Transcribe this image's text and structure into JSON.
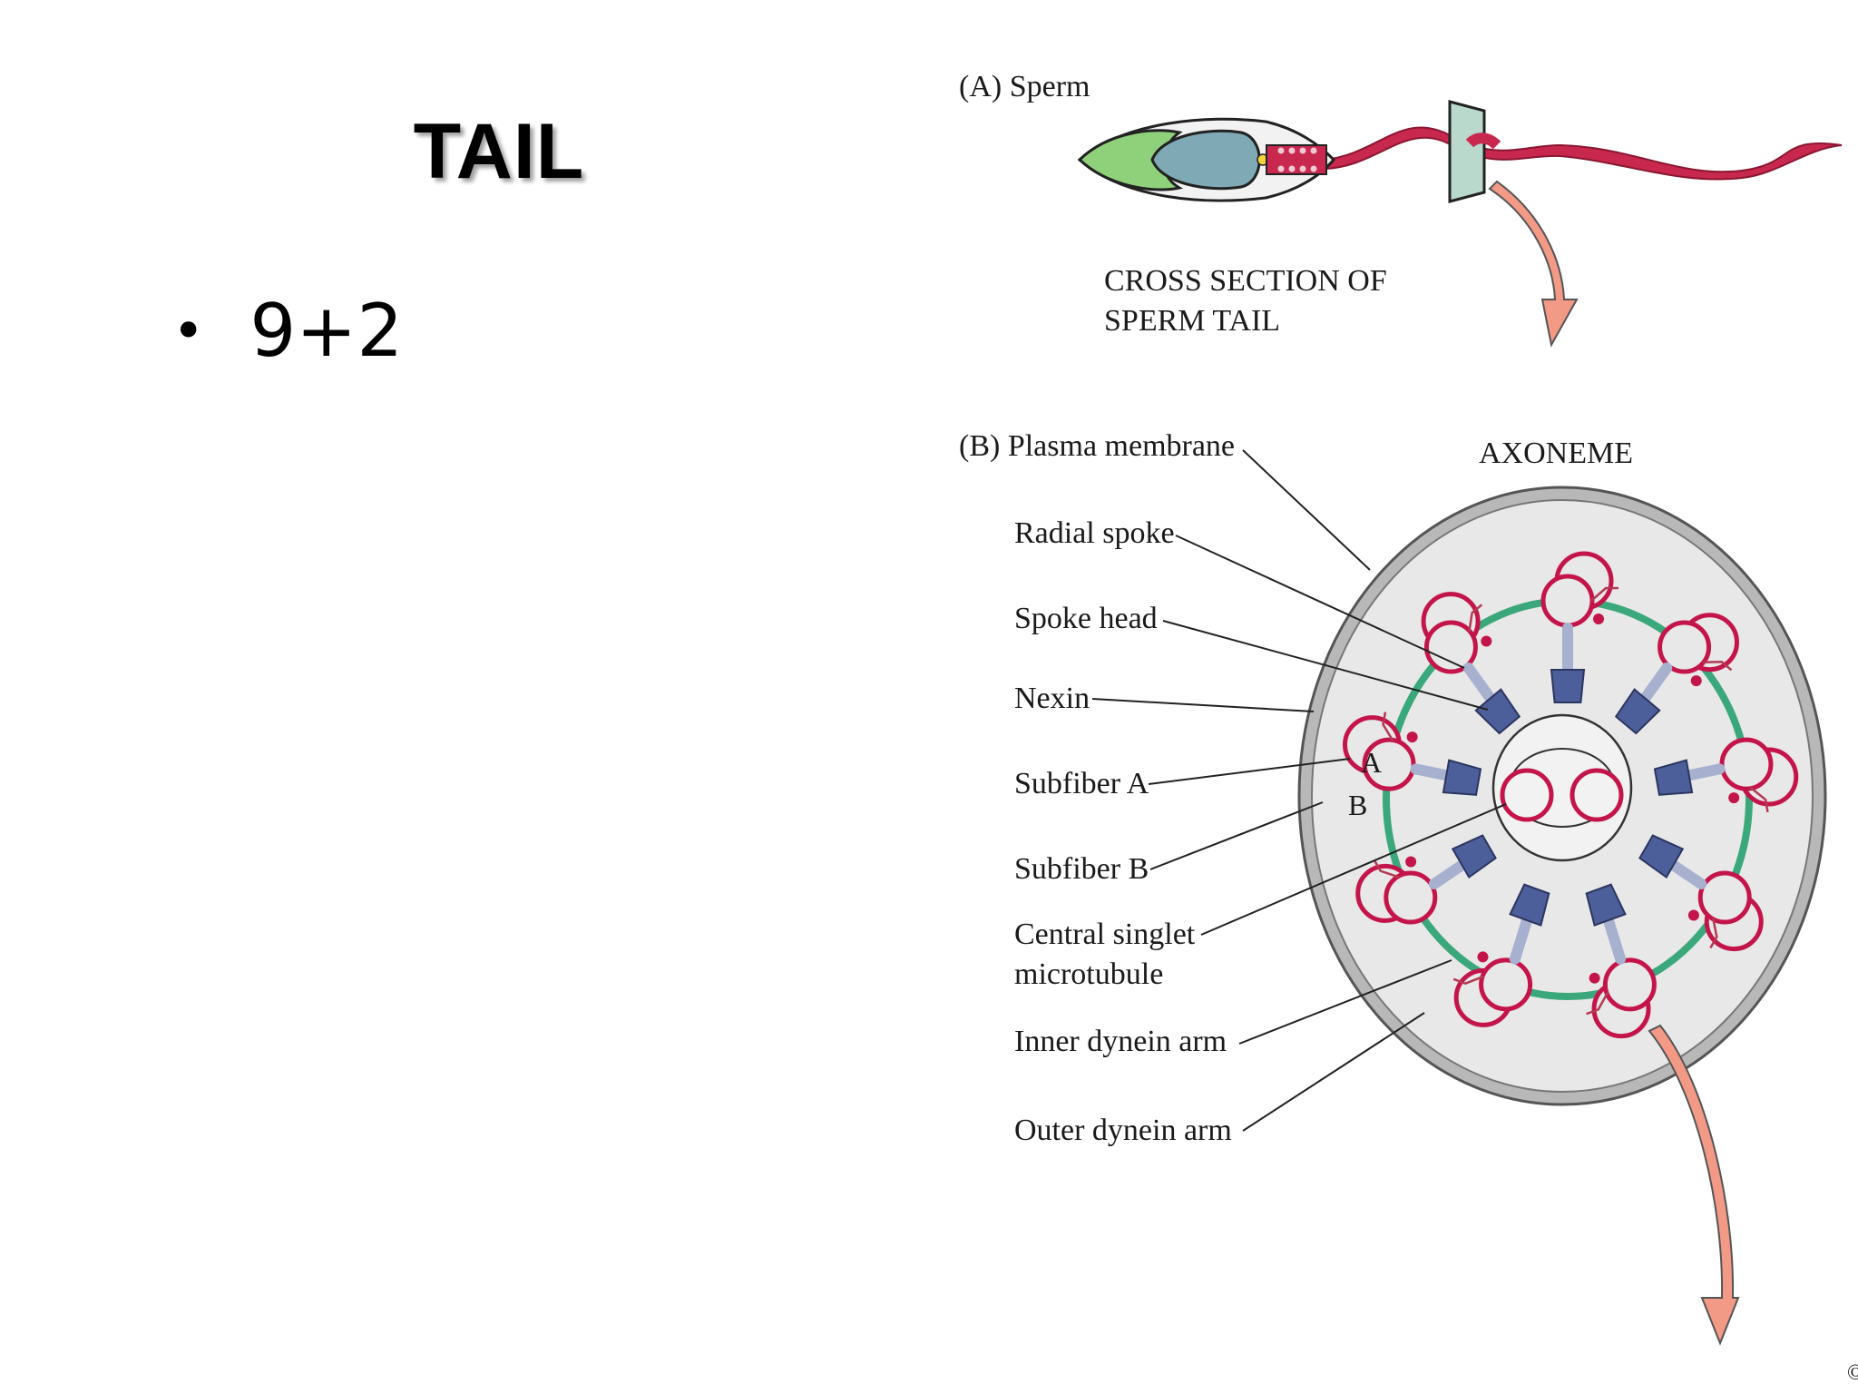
{
  "slide": {
    "title": "TAIL",
    "bullets": [
      {
        "bullet": "•",
        "text": "9+2"
      }
    ]
  },
  "diagram": {
    "panel_a_label": "(A) Sperm",
    "cross_section_label": [
      "CROSS SECTION OF",
      "SPERM TAIL"
    ],
    "panel_b_label": "(B) Plasma membrane",
    "axoneme_label": "AXONEME",
    "callouts": [
      {
        "lines": [
          "Radial spoke"
        ]
      },
      {
        "lines": [
          "Spoke head"
        ]
      },
      {
        "lines": [
          "Nexin"
        ]
      },
      {
        "lines": [
          "Subfiber A"
        ]
      },
      {
        "lines": [
          "Subfiber B"
        ]
      },
      {
        "lines": [
          "Central singlet",
          "microtubule"
        ]
      },
      {
        "lines": [
          "Inner dynein arm"
        ]
      },
      {
        "lines": [
          "Outer dynein arm"
        ]
      }
    ],
    "subfiber_a_mark": "A",
    "subfiber_b_mark": "B",
    "copyright_mark": "©",
    "colors": {
      "acrosome": "#8fd17a",
      "nucleus": "#7fa9b4",
      "tail": "#c8284e",
      "microtubule": "#c4154a",
      "spoke": "#4d5f9a",
      "ring": "#3aa87a",
      "membrane": "#999999",
      "cytoplasm": "#e8e8e8",
      "arrow": "#f29a86"
    }
  }
}
